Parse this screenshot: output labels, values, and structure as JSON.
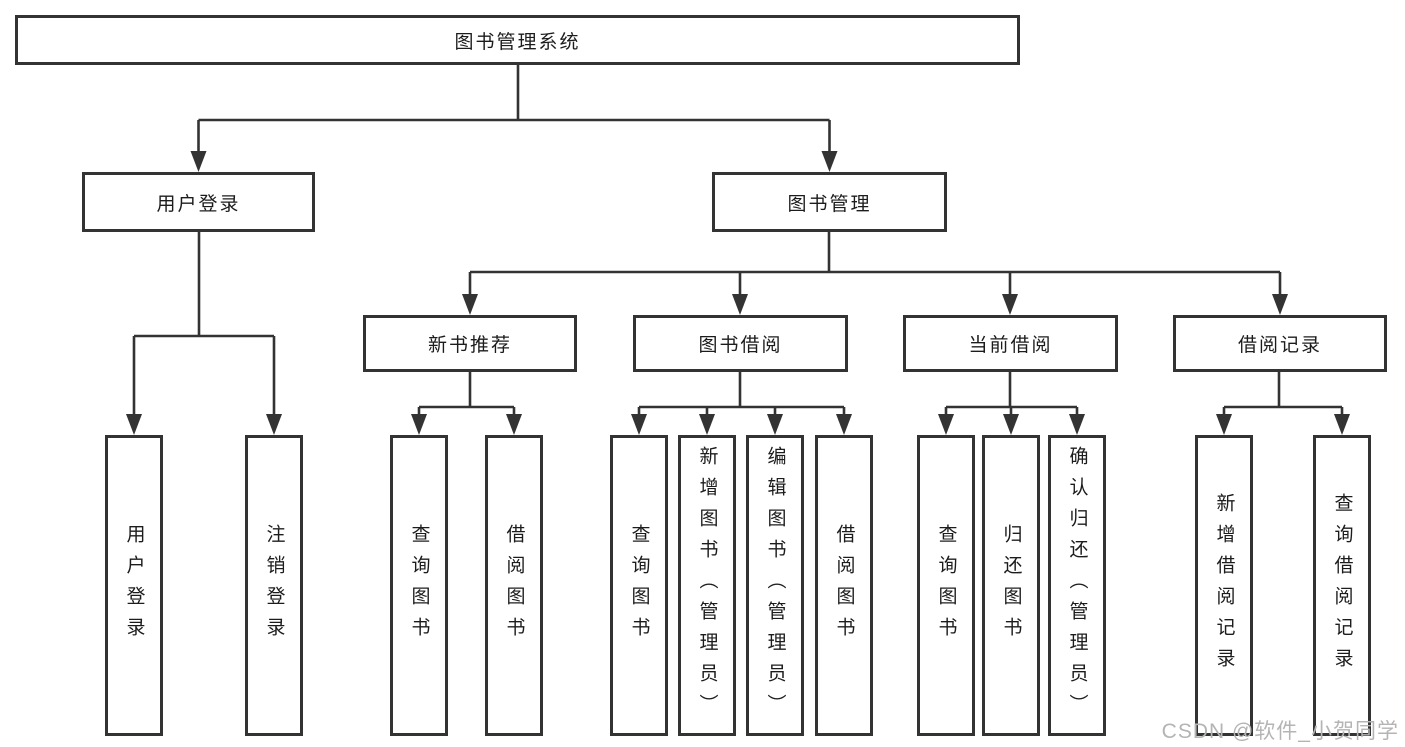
{
  "colors": {
    "line": "#333333",
    "box_border": "#333333",
    "text": "#1c1c1c",
    "watermark": "#b4b4b4",
    "background": "#ffffff"
  },
  "tree": {
    "root": {
      "label": "图书管理系统"
    },
    "level2": [
      {
        "label": "用户登录"
      },
      {
        "label": "图书管理"
      }
    ],
    "level3": [
      {
        "label": "新书推荐"
      },
      {
        "label": "图书借阅"
      },
      {
        "label": "当前借阅"
      },
      {
        "label": "借阅记录"
      }
    ],
    "leaves": {
      "user_login": [
        "用户登录",
        "注销登录"
      ],
      "new_book": [
        "查询图书",
        "借阅图书"
      ],
      "book_borrow": [
        "查询图书",
        "新增图书（管理员）",
        "编辑图书（管理员）",
        "借阅图书"
      ],
      "current_borrow": [
        "查询图书",
        "归还图书",
        "确认归还（管理员）"
      ],
      "borrow_record": [
        "新增借阅记录",
        "查询借阅记录"
      ]
    }
  },
  "watermark": "CSDN @软件_小贺同学"
}
